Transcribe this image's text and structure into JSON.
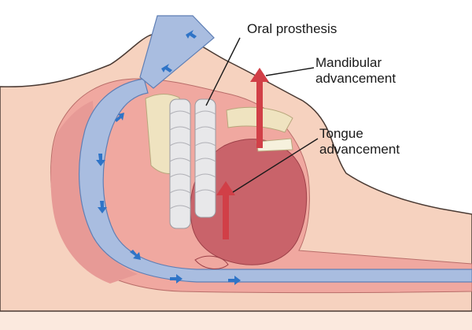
{
  "labels": {
    "oral_prosthesis": "Oral prosthesis",
    "mandibular_line1": "Mandibular",
    "mandibular_line2": "advancement",
    "tongue_line1": "Tongue",
    "tongue_line2": "advancement"
  },
  "colors": {
    "skin": "#f6d2bf",
    "skin_outline": "#4a3a33",
    "inner_tissue": "#f0a8a0",
    "deep_tissue": "#d9787a",
    "tongue": "#c9636a",
    "airway": "#a9bde0",
    "airflow_arrow": "#2f74c7",
    "bone": "#efe3c0",
    "prosthesis": "#e8e8ea",
    "advancement_arrow": "#d13f47",
    "leader_line": "#1a1a1a"
  },
  "icons": {
    "airflow": "arrow-icon",
    "advancement": "up-arrow-icon"
  }
}
